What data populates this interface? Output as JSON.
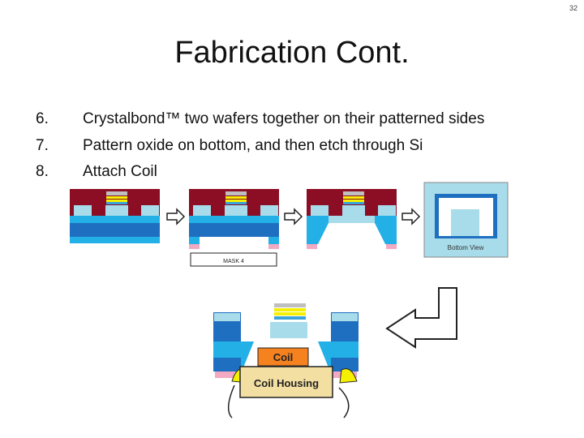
{
  "slide": {
    "number": "32",
    "title": "Fabrication Cont."
  },
  "steps": [
    {
      "num": "6.",
      "text": "Crystalbond™ two wafers together on their patterned sides"
    },
    {
      "num": "7.",
      "text": "Pattern oxide on bottom, and then etch through Si"
    },
    {
      "num": "8.",
      "text": "Attach Coil"
    }
  ],
  "diagram": {
    "mask_label": "MASK 4",
    "bottom_view_label": "Bottom View",
    "coil_label": "Coil",
    "coil_housing_label": "Coil Housing"
  },
  "colors": {
    "maroon": "#8b0e24",
    "light_blue": "#a8dcea",
    "cyan": "#22b0e6",
    "dark_blue": "#1f6fc1",
    "pink": "#f2a9c1",
    "gray": "#bfbfbf",
    "orange": "#f5821f",
    "tan": "#f3dfa2",
    "yellow": "#f5f000"
  }
}
